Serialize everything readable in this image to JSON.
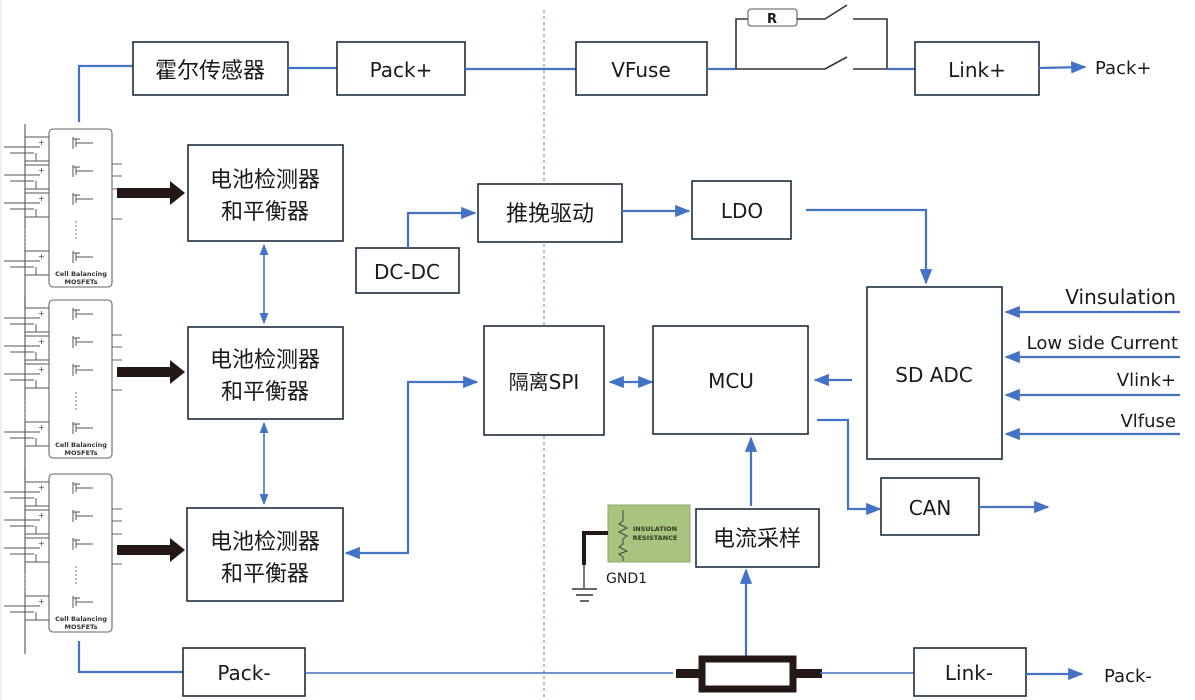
{
  "diagram": {
    "title": "BMS block diagram",
    "blocks": {
      "hall_sensor": "霍尔传感器",
      "pack_plus_box": "Pack+",
      "vfuse": "VFuse",
      "link_plus": "Link+",
      "bat_monitor_1_line1": "电池检测器",
      "bat_monitor_1_line2": "和平衡器",
      "bat_monitor_2_line1": "电池检测器",
      "bat_monitor_2_line2": "和平衡器",
      "bat_monitor_3_line1": "电池检测器",
      "bat_monitor_3_line2": "和平衡器",
      "push_pull_driver": "推挽驱动",
      "ldo": "LDO",
      "dcdc": "DC-DC",
      "isolated_spi": "隔离SPI",
      "mcu": "MCU",
      "sd_adc": "SD ADC",
      "can": "CAN",
      "current_sampling": "电流采样",
      "pack_minus_box": "Pack-",
      "link_minus": "Link-"
    },
    "labels": {
      "pack_plus_out": "Pack+",
      "pack_minus_out": "Pack-",
      "resistor": "R",
      "vinsulation": "Vinsulation",
      "low_side_current": "Low side Current",
      "vlink_plus": "Vlink+",
      "vlfuse": "Vlfuse",
      "gnd1": "GND1",
      "insulation_line1": "INSULATION",
      "insulation_line2": "RESISTANCE",
      "cell_balancing_line1": "Cell Balancing",
      "cell_balancing_line2": "MOSFETs"
    },
    "colors": {
      "wire": "#4472c4",
      "box_stroke": "#1f2d3d",
      "insulation_fill": "#a9c47f",
      "thick_arrow": "#231815"
    }
  }
}
